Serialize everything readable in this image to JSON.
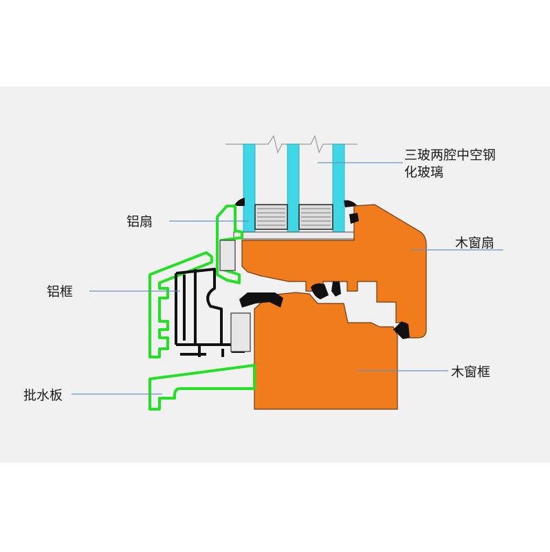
{
  "labels": {
    "glass_line1": "三玻两腔中空钢",
    "glass_line2": "化玻璃",
    "al_sash": "铝扇",
    "al_frame": "铝框",
    "wood_sash": "木窗扇",
    "wood_frame": "木窗框",
    "drip": "批水板"
  },
  "colors": {
    "background": "#f1f1f1",
    "wood": "#f07c1c",
    "aluminum": "#22e022",
    "glass": "#3fd7e6",
    "leader": "#6a8fc8",
    "spacer": "#2a2a2a"
  }
}
